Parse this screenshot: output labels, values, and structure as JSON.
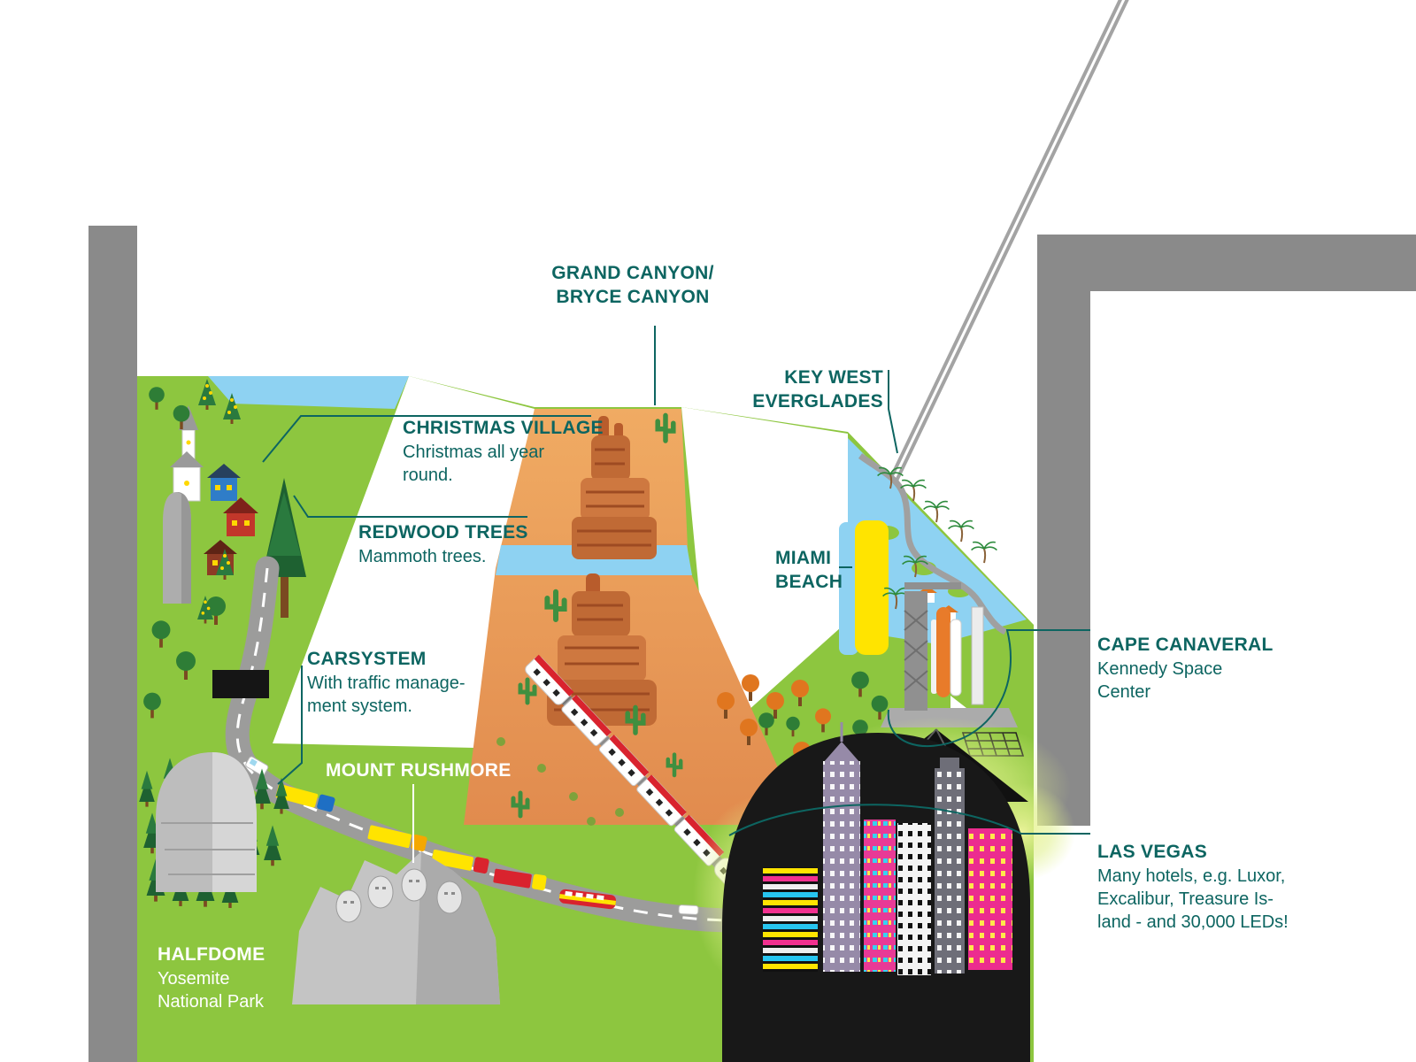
{
  "colors": {
    "accent_teal": "#0d6561",
    "platform_green": "#8dc63f",
    "desert_orange": "#e49a5a",
    "water_blue": "#8ed2f2",
    "night_black": "#181818",
    "wall_gray": "#8a8a8a"
  },
  "labels": {
    "grand_canyon": {
      "line1": "GRAND CANYON/",
      "line2": "BRYCE CANYON"
    },
    "key_west": {
      "line1": "KEY WEST",
      "line2": "EVERGLADES"
    },
    "christmas_village": {
      "title": "CHRISTMAS VILLAGE",
      "body1": "Christmas all year",
      "body2": "round."
    },
    "redwood_trees": {
      "title": "REDWOOD TREES",
      "body1": "Mammoth trees."
    },
    "carsystem": {
      "title": "CARSYSTEM",
      "body1": "With traffic manage-",
      "body2": "ment system."
    },
    "mount_rushmore": {
      "title": "MOUNT RUSHMORE"
    },
    "halfdome": {
      "title": "HALFDOME",
      "body1": "Yosemite",
      "body2": "National Park"
    },
    "miami_beach": {
      "line1": "MIAMI",
      "line2": "BEACH"
    },
    "cape_canaveral": {
      "title": "CAPE CANAVERAL",
      "body1": "Kennedy Space",
      "body2": "Center"
    },
    "las_vegas": {
      "title": "LAS VEGAS",
      "body1": "Many hotels, e.g. Luxor,",
      "body2": "Excalibur, Treasure Is-",
      "body3": "land - and 30,000 LEDs!"
    }
  }
}
